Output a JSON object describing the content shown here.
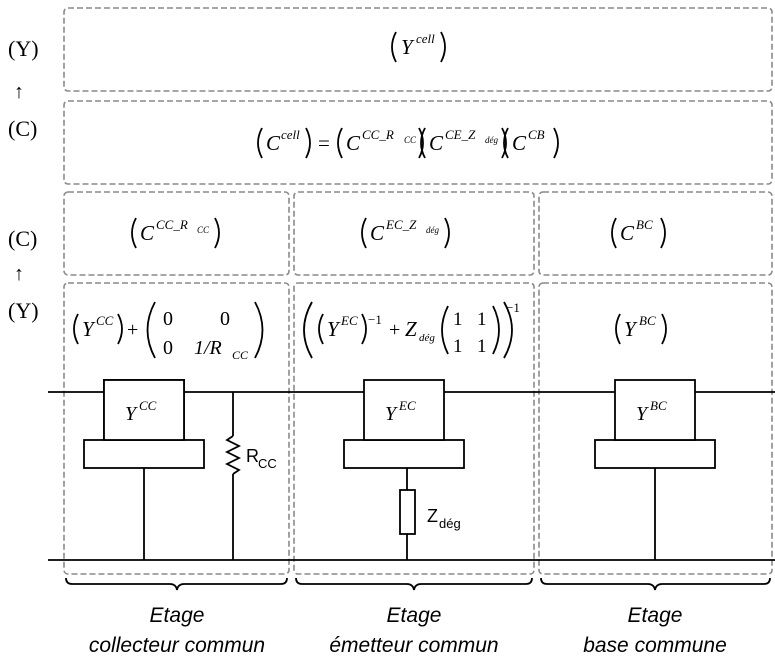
{
  "left_labels": {
    "level1": "(Y)",
    "arrow1": "↑",
    "level2": "(C)",
    "level3": "(C)",
    "arrow2": "↑",
    "level4": "(Y)"
  },
  "boxes": {
    "cell_y": {
      "sym": "Y",
      "sup": "cell"
    },
    "cell_c": {
      "lhs_sup": "cell",
      "equals": "=",
      "t1_sup": "CC_R",
      "t1_sub": "CC",
      "t2_sup": "CE_Z",
      "t2_sub": "dég",
      "t3_sup": "CB"
    },
    "cc_chain": {
      "sup": "CC_R",
      "sub": "CC"
    },
    "ec_chain": {
      "sup": "EC_Z",
      "sub": "dég"
    },
    "bc_chain": {
      "sup": "BC"
    },
    "cc_admittance": {
      "sup": "CC",
      "plus": "+",
      "m11": "0",
      "m12": "0",
      "m21": "0",
      "m22": "1/R",
      "m22_sub": "CC"
    },
    "ec_admittance": {
      "sup": "EC",
      "inv": "−1",
      "plus": "+",
      "z": "Z",
      "z_sub": "dég",
      "m11": "1",
      "m12": "1",
      "m21": "1",
      "m22": "1",
      "outer_inv": "−1"
    },
    "bc_admittance": {
      "sup": "BC"
    }
  },
  "circuit": {
    "block_cc": {
      "sym": "Y",
      "sup": "CC"
    },
    "block_ec": {
      "sym": "Y",
      "sup": "EC"
    },
    "block_bc": {
      "sym": "Y",
      "sup": "BC"
    },
    "r_cc": {
      "base": "R",
      "sub": "CC"
    },
    "z_deg": {
      "base": "Z",
      "sub": "dég"
    }
  },
  "stages": [
    {
      "line1": "Etage",
      "line2": "collecteur commun"
    },
    {
      "line1": "Etage",
      "line2": "émetteur commun"
    },
    {
      "line1": "Etage",
      "line2": "base commune"
    }
  ]
}
